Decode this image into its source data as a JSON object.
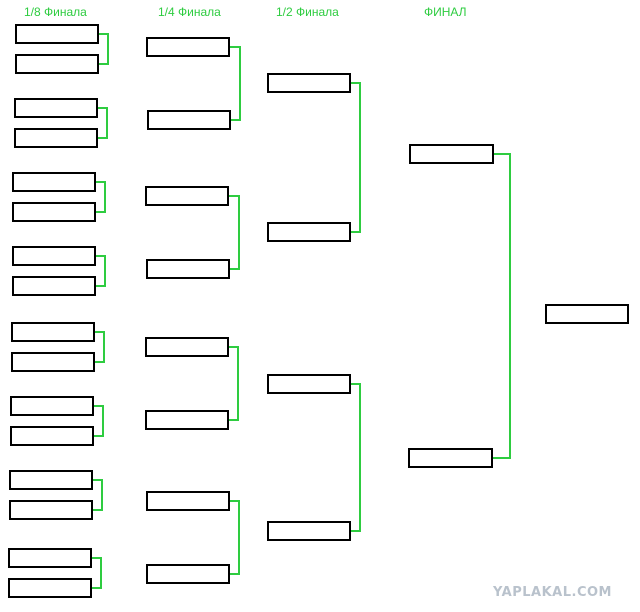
{
  "rounds": [
    {
      "key": "r16",
      "title": "1/8 Финала",
      "slots": [
        "",
        "",
        "",
        "",
        "",
        "",
        "",
        "",
        "",
        "",
        "",
        "",
        "",
        "",
        "",
        ""
      ]
    },
    {
      "key": "qf",
      "title": "1/4 Финала",
      "slots": [
        "",
        "",
        "",
        "",
        "",
        "",
        "",
        ""
      ]
    },
    {
      "key": "sf",
      "title": "1/2 Финала",
      "slots": [
        "",
        "",
        "",
        ""
      ]
    },
    {
      "key": "final",
      "title": "ФИНАЛ",
      "slots": [
        "",
        ""
      ]
    },
    {
      "key": "winner",
      "title": "",
      "slots": [
        ""
      ]
    }
  ],
  "colors": {
    "connector": "#2ecc40",
    "box_border": "#000000",
    "title": "#2ecc40"
  },
  "watermark": "YAPLAKAL.COM"
}
